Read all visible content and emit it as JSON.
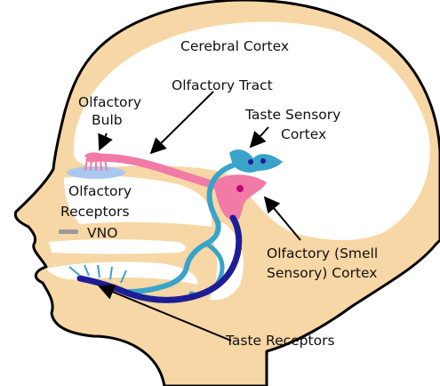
{
  "diagram": {
    "labels": {
      "cerebral_cortex": "Cerebral Cortex",
      "olfactory_tract": "Olfactory Tract",
      "olfactory_bulb_1": "Olfactory",
      "olfactory_bulb_2": "Bulb",
      "taste_cortex_1": "Taste Sensory",
      "taste_cortex_2": "Cortex",
      "olfactory_receptors_1": "Olfactory",
      "olfactory_receptors_2": "Receptors",
      "vno": "VNO",
      "olfactory_cortex_1": "Olfactory (Smell",
      "olfactory_cortex_2": "Sensory) Cortex",
      "taste_receptors": "Taste Receptors"
    },
    "colors": {
      "skin": "#f7d7a5",
      "brain": "#ffffff",
      "outline": "#000000",
      "olfactory_pathway": "#f27aa6",
      "taste_light": "#3aa3c9",
      "taste_dark": "#1d1d96",
      "receptor_patch": "#a9c8ee",
      "vno": "#9a9a9a"
    }
  }
}
